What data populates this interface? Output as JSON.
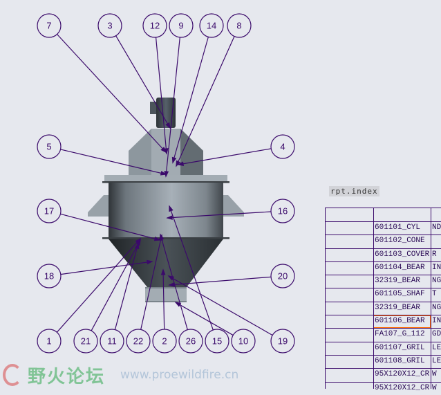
{
  "drawing": {
    "parameter_tag": "rpt.index",
    "balloons": [
      {
        "label": "7"
      },
      {
        "label": "3"
      },
      {
        "label": "12"
      },
      {
        "label": "9"
      },
      {
        "label": "14"
      },
      {
        "label": "8"
      },
      {
        "label": "5"
      },
      {
        "label": "4"
      },
      {
        "label": "17"
      },
      {
        "label": "16"
      },
      {
        "label": "18"
      },
      {
        "label": "20"
      },
      {
        "label": "1"
      },
      {
        "label": "21"
      },
      {
        "label": "11"
      },
      {
        "label": "22"
      },
      {
        "label": "2"
      },
      {
        "label": "26"
      },
      {
        "label": "15"
      },
      {
        "label": "10"
      },
      {
        "label": "19"
      }
    ]
  },
  "bom_table": {
    "rows": [
      {
        "name": "",
        "ext": ""
      },
      {
        "name": "601101_CYL",
        "ext": "ND"
      },
      {
        "name": "601102_CONE",
        "ext": ""
      },
      {
        "name": "601103_COVER",
        "ext": "R"
      },
      {
        "name": "601104_BEAR",
        "ext": "IN"
      },
      {
        "name": "32319_BEAR",
        "ext": "NG"
      },
      {
        "name": "601105_SHAF",
        "ext": "T"
      },
      {
        "name": "32319_BEAR",
        "ext": "NG"
      },
      {
        "name": "601106_BEAR",
        "ext": "IN"
      },
      {
        "name": "FA107_G_112",
        "ext": "GD"
      },
      {
        "name": "601107_GRIL",
        "ext": "LE"
      },
      {
        "name": "601108_GRIL",
        "ext": "LE"
      },
      {
        "name": "95X120X12_CR",
        "ext": "W"
      },
      {
        "name": "95X120X12_CR",
        "ext": "W"
      }
    ],
    "highlight_color": "#ff6a00"
  },
  "watermark": {
    "title": "野火论坛",
    "url": "www.proewildfire.cn"
  },
  "colors": {
    "line": "#3b0a6b",
    "background": "#e6e8ee"
  }
}
